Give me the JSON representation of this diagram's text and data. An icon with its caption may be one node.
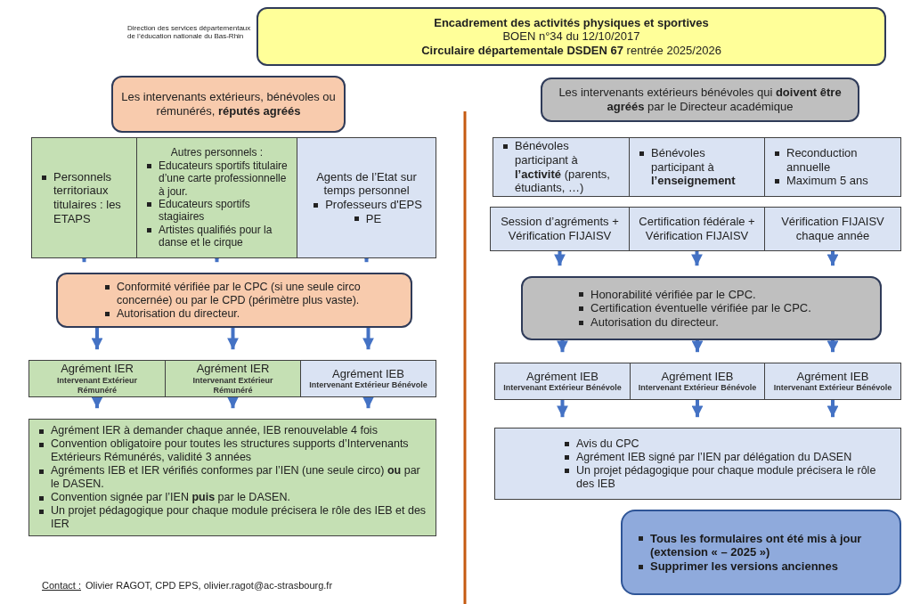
{
  "diagram": {
    "nodes": [
      {
        "text": [
          "Encadrement des activités physiques et sportives",
          "BOEN n°34 du 12/10/2017",
          "**Circulaire départementale DSDEN 67** rentrée 2025/2026"
        ]
      },
      {
        "text": [
          "Les intervenants extérieurs, bénévoles ou rémunérés, **réputés agréés**"
        ]
      },
      {
        "text": [
          "Personnels territoriaux titulaires : les ETAPS"
        ]
      },
      {
        "text": [
          "Autres personnels :",
          "Educateurs sportifs titulaire d’une carte professionnelle à jour.",
          "Educateurs sportifs stagiaires",
          "Artistes qualifiés pour la danse et le cirque"
        ]
      },
      {
        "text": [
          "Agents de l’Etat sur temps personnel",
          "Professeurs d'EPS",
          "PE"
        ]
      },
      {
        "text": [
          "Conformité vérifiée par le CPC (si une seule circo concernée) ou par le CPD (périmètre plus vaste).",
          "Autorisation du directeur."
        ]
      },
      {
        "text": [
          "Agrément IER",
          "Intervenant Extérieur Rémunéré"
        ]
      },
      {
        "text": [
          "Agrément IER",
          "Intervenant Extérieur Rémunéré"
        ]
      },
      {
        "text": [
          "Agrément IEB",
          "Intervenant Extérieur Bénévole"
        ]
      },
      {
        "text": [
          "Agrément IER à demander chaque année, IEB renouvelable 4 fois",
          "Convention obligatoire pour toutes les structures supports d’Intervenants Extérieurs Rémunérés, validité 3 années",
          "Agréments IEB et IER vérifiés conformes par l’IEN (une seule circo) **ou** par le DASEN.",
          "Convention signée par l’IEN **puis** par le DASEN.",
          "Un projet pédagogique pour chaque module précisera le rôle des IEB et des IER"
        ]
      },
      {
        "text": [
          "Les intervenants extérieurs bénévoles qui **doivent être agréés** par le Directeur académique"
        ]
      },
      {
        "text": [
          "Bénévoles participant à **l’activité** (parents, étudiants, …)"
        ]
      },
      {
        "text": [
          "Bénévoles participant à **l’enseignement**"
        ]
      },
      {
        "text": [
          "Reconduction annuelle",
          "Maximum 5 ans"
        ]
      },
      {
        "text": [
          "Session d’agréments + Vérification FIJAISV"
        ]
      },
      {
        "text": [
          "Certification fédérale + Vérification FIJAISV"
        ]
      },
      {
        "text": [
          "Vérification FIJAISV chaque année"
        ]
      },
      {
        "text": [
          "Honorabilité vérifiée par le CPC.",
          "Certification éventuelle vérifiée par le CPC.",
          "Autorisation du directeur."
        ]
      },
      {
        "text": [
          "Agrément IEB",
          "Intervenant Extérieur Bénévole"
        ]
      },
      {
        "text": [
          "Agrément IEB",
          "Intervenant Extérieur Bénévole"
        ]
      },
      {
        "text": [
          "Agrément IEB",
          "Intervenant Extérieur Bénévole"
        ]
      },
      {
        "text": [
          "Avis du CPC",
          "Agrément IEB signé par l’IEN par délégation du DASEN",
          "Un projet pédagogique pour chaque module précisera le rôle des IEB"
        ]
      },
      {
        "text": [
          "Tous les formulaires ont été mis à jour (extension « – 2025 »)",
          "Supprimer les versions anciennes"
        ]
      }
    ],
    "edges": [
      {
        "from": 2,
        "to": 5,
        "arrow": "to"
      },
      {
        "from": 3,
        "to": 5,
        "arrow": "to"
      },
      {
        "from": 4,
        "to": 5,
        "arrow": "to"
      },
      {
        "from": 5,
        "to": 6,
        "arrow": "to"
      },
      {
        "from": 5,
        "to": 7,
        "arrow": "to"
      },
      {
        "from": 5,
        "to": 8,
        "arrow": "to"
      },
      {
        "from": 6,
        "to": 9,
        "arrow": "to"
      },
      {
        "from": 7,
        "to": 9,
        "arrow": "to"
      },
      {
        "from": 8,
        "to": 9,
        "arrow": "to"
      },
      {
        "from": 14,
        "to": 17,
        "arrow": "to"
      },
      {
        "from": 15,
        "to": 17,
        "arrow": "to"
      },
      {
        "from": 16,
        "to": 17,
        "arrow": "to"
      },
      {
        "from": 17,
        "to": 18,
        "arrow": "to"
      },
      {
        "from": 17,
        "to": 19,
        "arrow": "to"
      },
      {
        "from": 17,
        "to": 20,
        "arrow": "to"
      },
      {
        "from": 18,
        "to": 21,
        "arrow": "to"
      },
      {
        "from": 19,
        "to": 21,
        "arrow": "to"
      },
      {
        "from": 20,
        "to": 21,
        "arrow": "to"
      }
    ],
    "labels": [
      "Direction des services départementaux de l’éducation nationale du Bas-Rhin",
      "Contact :",
      "Olivier RAGOT, CPD EPS, olivier.ragot@ac-strasbourg.fr"
    ]
  }
}
